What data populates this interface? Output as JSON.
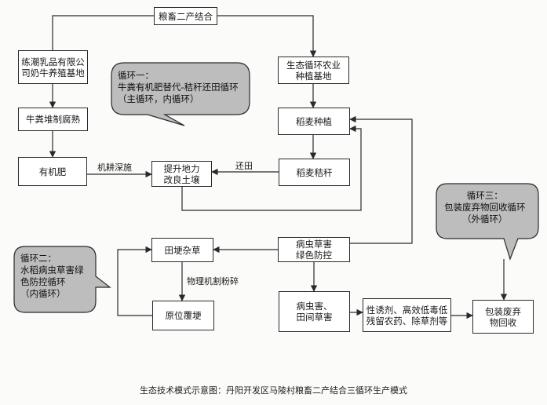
{
  "nodes": {
    "top": "粮畜二产结合",
    "dairy": "练潮乳品有限公\n司奶牛养殖基地",
    "ecoPlant": "生态循环农业\n种植基地",
    "manure": "牛粪堆制腐熟",
    "rice": "稻麦种植",
    "organic": "有机肥",
    "soil": "提升地力\n改良土壤",
    "straw": "稻麦秸秆",
    "pestGreen": "病虫草害\n绿色防控",
    "weed": "田埂杂草",
    "pestField": "病虫害、\n田间草害",
    "pesticide": "性诱剂、高效低毒低\n残留农药、除草剂等",
    "packaging": "包装废弃\n物回收",
    "cover": "原位覆埂"
  },
  "edgeLabels": {
    "deepTill": "机耕深施",
    "returnField": "还田",
    "crush": "物理机割粉碎"
  },
  "callouts": {
    "loop1": "循环一：\n牛粪有机肥替代-秸秆还田循环\n（主循环，内循环）",
    "loop2": "循环二：\n水稻病虫草害绿\n色防控循环\n（内循环）",
    "loop3": "循环三：\n包装废弃物回收循环\n（外循环）"
  },
  "caption": "生态技术模式示意图：丹阳开发区马陵村粮畜二产结合三循环生产模式",
  "colors": {
    "calloutFill": "#bdbdbd",
    "line": "#2a2a2a"
  }
}
